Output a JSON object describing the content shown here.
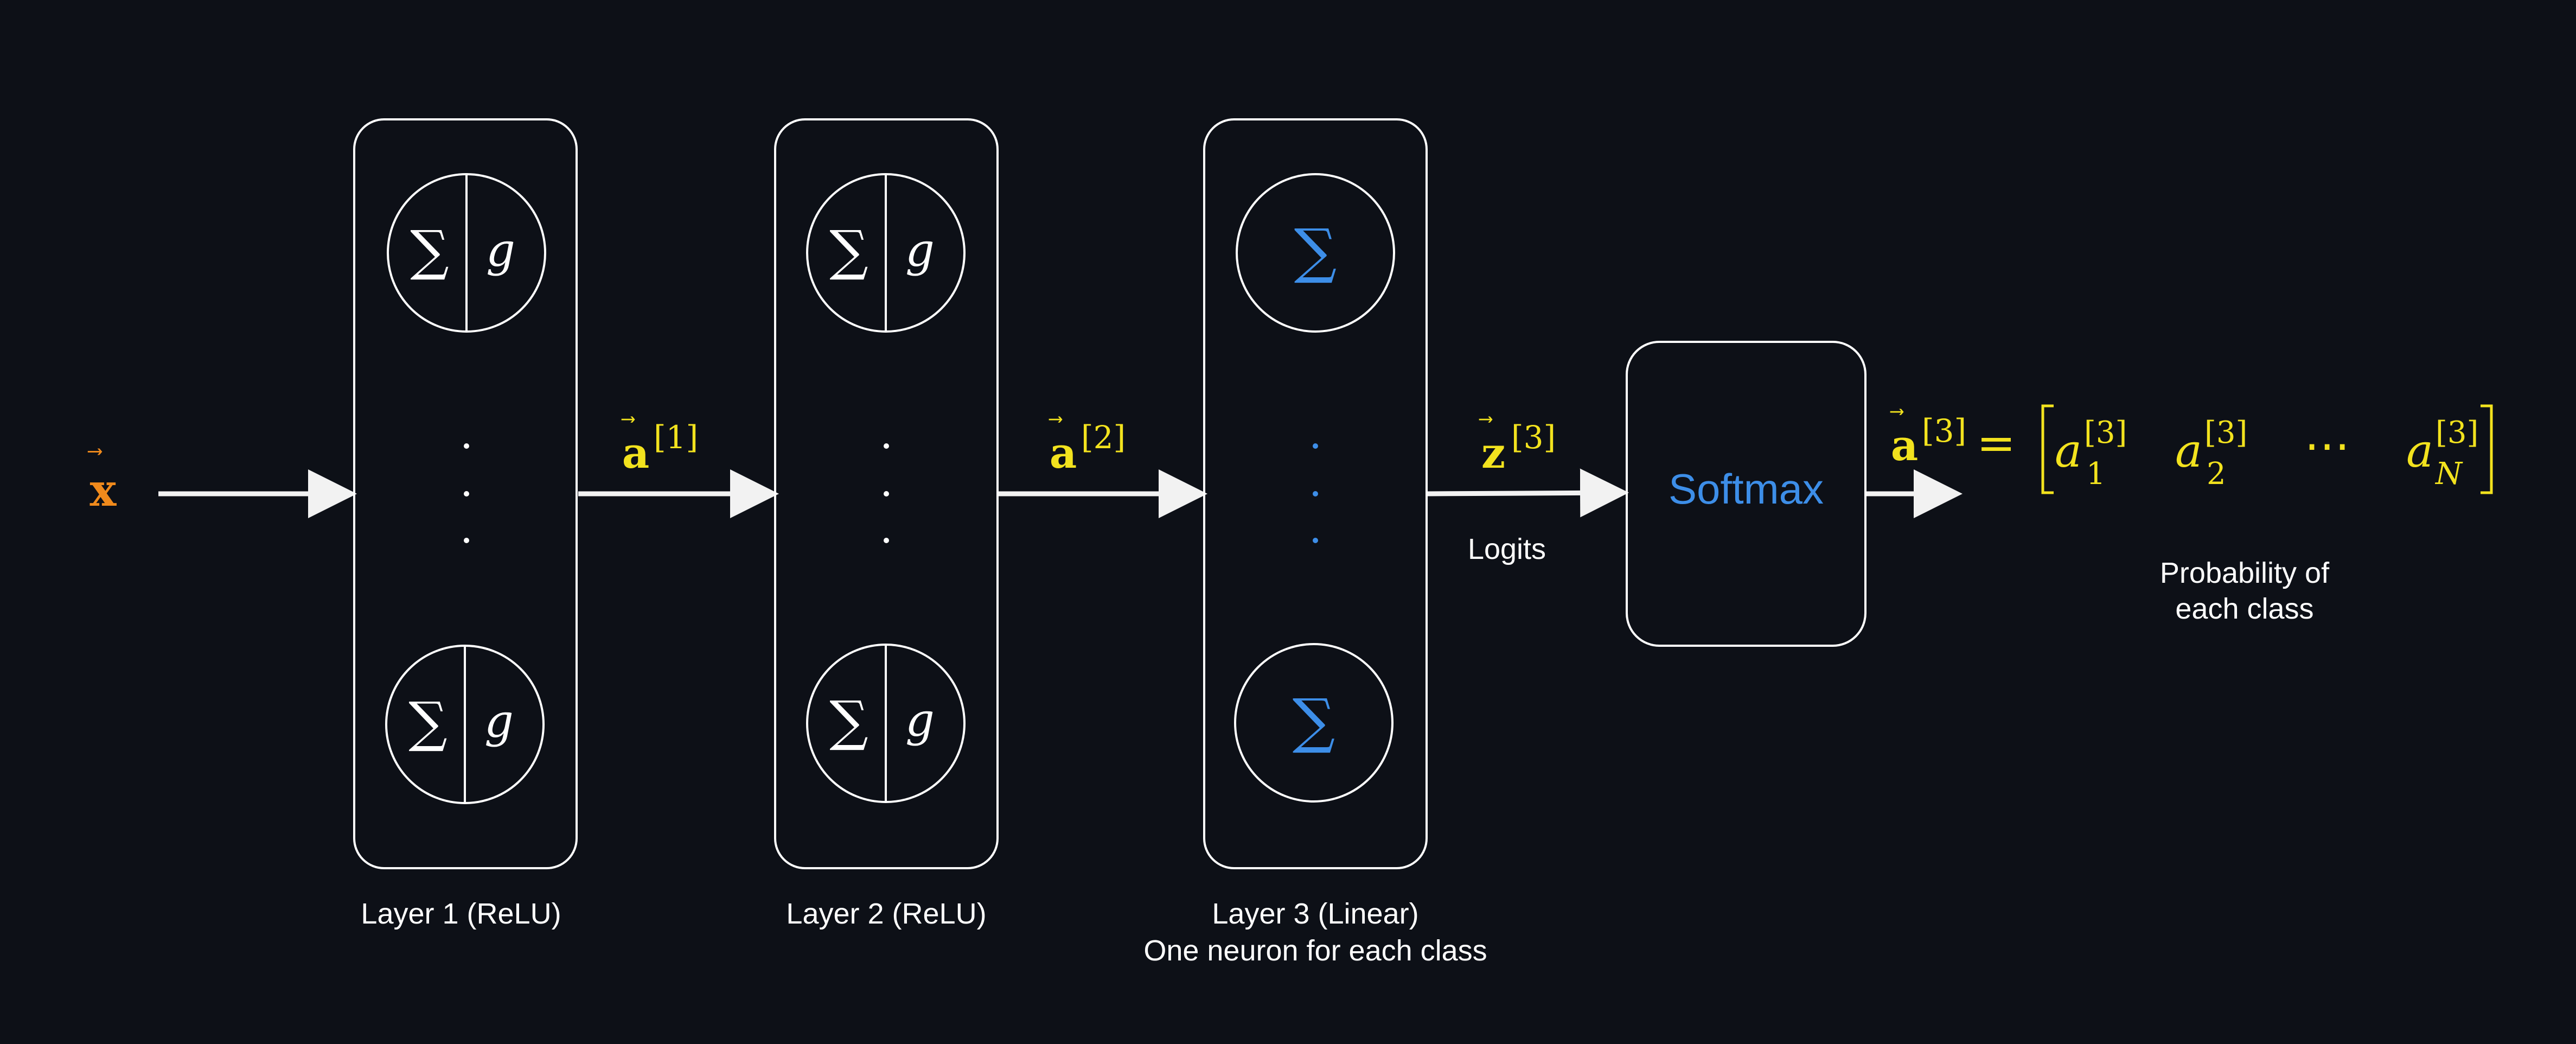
{
  "colors": {
    "background": "#0d1017",
    "stroke": "#ffffff",
    "input": "#f08a1c",
    "vector": "#f2e21e",
    "linear": "#3d8ee8"
  },
  "symbols": {
    "sum": "∑",
    "activation": "g",
    "vdots": "⋮",
    "vec_arrow": "⃗"
  },
  "input": {
    "label": "x"
  },
  "layers": [
    {
      "label": "Layer 1 (ReLU)",
      "neuron": "sum-activation"
    },
    {
      "label": "Layer 2 (ReLU)",
      "neuron": "sum-activation"
    },
    {
      "label": "Layer 3 (Linear)",
      "sublabel": "One neuron for each class",
      "neuron": "sum"
    }
  ],
  "edges": [
    {
      "vector": "a",
      "superscript": "[1]"
    },
    {
      "vector": "a",
      "superscript": "[2]"
    },
    {
      "vector": "z",
      "superscript": "[3]",
      "note": "Logits"
    }
  ],
  "softmax": {
    "label": "Softmax"
  },
  "output": {
    "vector": "a",
    "superscript": "[3]",
    "equals": "=",
    "elements": [
      {
        "base": "a",
        "sup": "[3]",
        "sub": "1"
      },
      {
        "base": "a",
        "sup": "[3]",
        "sub": "2"
      },
      {
        "base": "a",
        "sup": "[3]",
        "sub": "N"
      }
    ],
    "ellipsis": "⋯",
    "caption_line1": "Probability of",
    "caption_line2": "each class"
  }
}
